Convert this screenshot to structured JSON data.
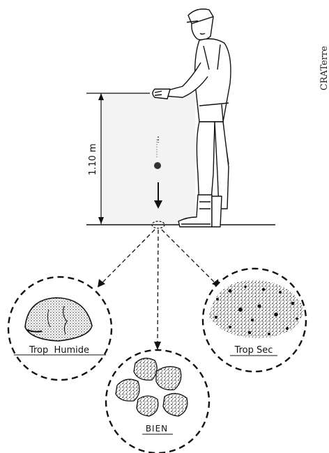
{
  "credit": "CRATerre",
  "height_label": "1.10 m",
  "results": [
    {
      "label": "Trop  Humide"
    },
    {
      "label": "BIEN"
    },
    {
      "label": "Trop Sec"
    }
  ],
  "colors": {
    "ink": "#111111",
    "panel": "#f3f3f3",
    "paper": "#ffffff"
  }
}
